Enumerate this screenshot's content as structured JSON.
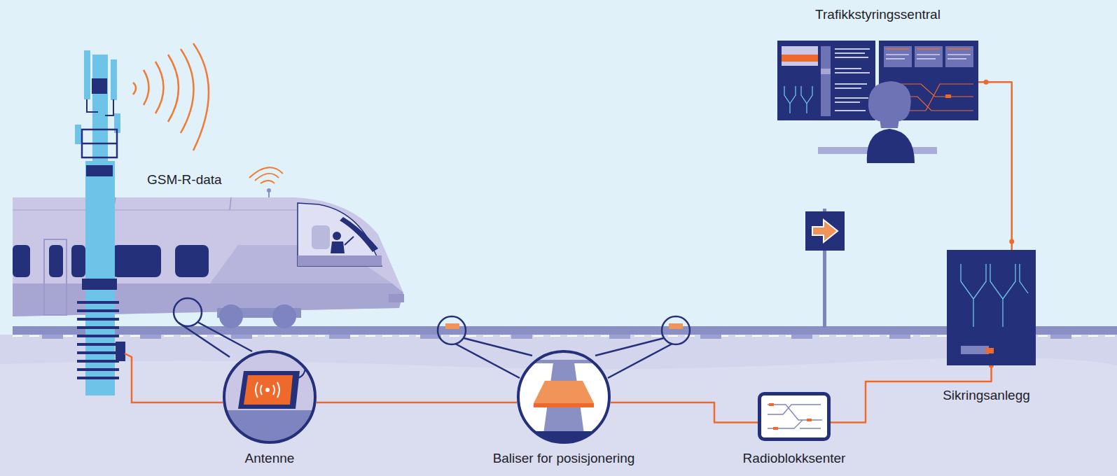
{
  "diagram": {
    "nodes": [
      {
        "text": [
          "Trafikkstyringssentral"
        ]
      },
      {
        "text": [
          "Antenne"
        ]
      },
      {
        "text": [
          "Baliser for posisjonering"
        ]
      },
      {
        "text": [
          "Radioblokksenter"
        ]
      },
      {
        "text": [
          "Sikringsanlegg"
        ]
      }
    ],
    "edges": [
      {
        "from": 1,
        "to": 2,
        "arrow": "none"
      },
      {
        "from": 2,
        "to": 3,
        "arrow": "none"
      },
      {
        "from": 3,
        "to": 4,
        "arrow": "none"
      },
      {
        "from": 4,
        "to": 0,
        "arrow": "none"
      }
    ],
    "labels": [
      "GSM-R-data"
    ]
  }
}
